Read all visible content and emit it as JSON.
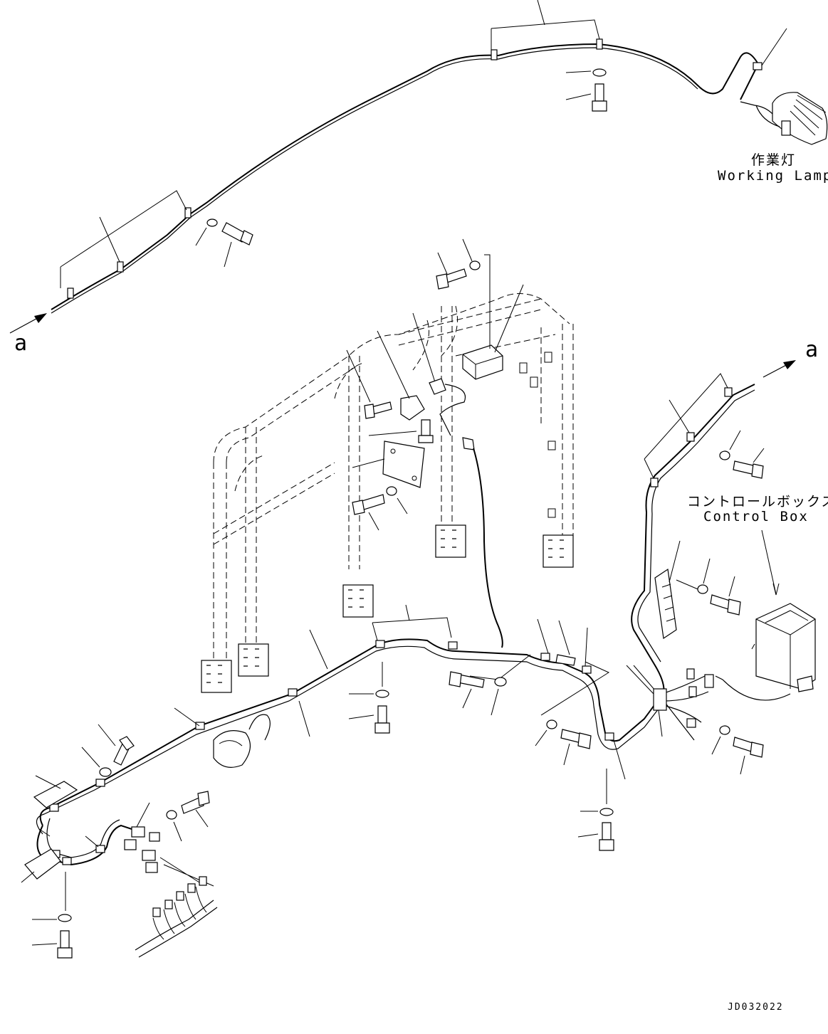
{
  "diagram": {
    "ref_mark_left": "a",
    "ref_mark_right": "a",
    "working_lamp": {
      "label_jp": "作業灯",
      "label_en": "Working Lamp"
    },
    "control_box": {
      "label_jp": "コントロールボックス",
      "label_en": "Control Box"
    },
    "drawing_code": "JD032022"
  },
  "icons": [
    "arrow-icon",
    "bolt-icon",
    "washer-icon",
    "clamp-icon",
    "connector-icon",
    "lamp-icon",
    "box-icon"
  ]
}
